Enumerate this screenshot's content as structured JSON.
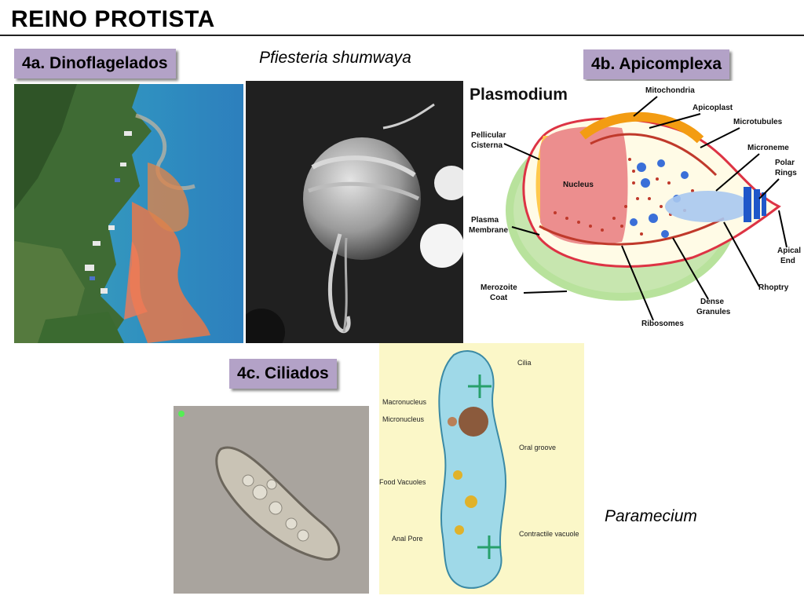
{
  "title": "REINO PROTISTA",
  "sections": {
    "dino": {
      "label": "4a. Dinoflagelados",
      "caption": "Pfiesteria shumwaya"
    },
    "api": {
      "label": "4b. Apicomplexa"
    },
    "cil": {
      "label": "4c. Ciliados",
      "caption": "Paramecium"
    }
  },
  "plasmodium": {
    "title": "Plasmodium",
    "labels": {
      "mitochondria": "Mitochondria",
      "apicoplast": "Apicoplast",
      "microtubules": "Microtubules",
      "microneme": "Microneme",
      "polar1": "Polar",
      "polar2": "Rings",
      "pellicular1": "Pellicular",
      "pellicular2": "Cisterna",
      "nucleus": "Nucleus",
      "plasma1": "Plasma",
      "plasma2": "Membrane",
      "merozoite1": "Merozoite",
      "merozoite2": "Coat",
      "ribosomes": "Ribosomes",
      "dense1": "Dense",
      "dense2": "Granules",
      "rhoptry": "Rhoptry",
      "apical1": "Apical",
      "apical2": "End"
    }
  },
  "paramecium": {
    "labels": {
      "cilia": "Cilia",
      "macronucleus": "Macronucleus",
      "micronucleus": "Micronucleus",
      "oral_groove": "Oral groove",
      "food_vacuoles": "Food Vacuoles",
      "anal_pore": "Anal Pore",
      "contractile": "Contractile vacuole"
    }
  }
}
